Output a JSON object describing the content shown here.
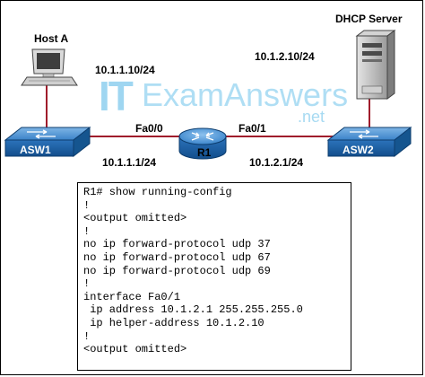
{
  "diagram": {
    "labels": {
      "host_a": "Host A",
      "dhcp_server": "DHCP Server",
      "asw1": "ASW1",
      "asw2": "ASW2",
      "r1": "R1",
      "fa0_0": "Fa0/0",
      "fa0_1": "Fa0/1",
      "host_ip": "10.1.1.10/24",
      "server_ip": "10.1.2.10/24",
      "r1_fa00_ip": "10.1.1.1/24",
      "r1_fa01_ip": "10.1.2.1/24"
    },
    "watermark": {
      "it": "IT",
      "main": "ExamAnswers",
      "net": ".net"
    },
    "config": {
      "lines": [
        "R1# show running-config",
        "!",
        "<output omitted>",
        "!",
        "no ip forward-protocol udp 37",
        "no ip forward-protocol udp 67",
        "no ip forward-protocol udp 69",
        "!",
        "interface Fa0/1",
        " ip address 10.1.2.1 255.255.255.0",
        " ip helper-address 10.1.2.10",
        "!",
        "<output omitted>"
      ]
    },
    "colors": {
      "device_blue": "#1f6fb7",
      "link": "#a01d2c",
      "watermark": "#8fd0ef"
    }
  }
}
